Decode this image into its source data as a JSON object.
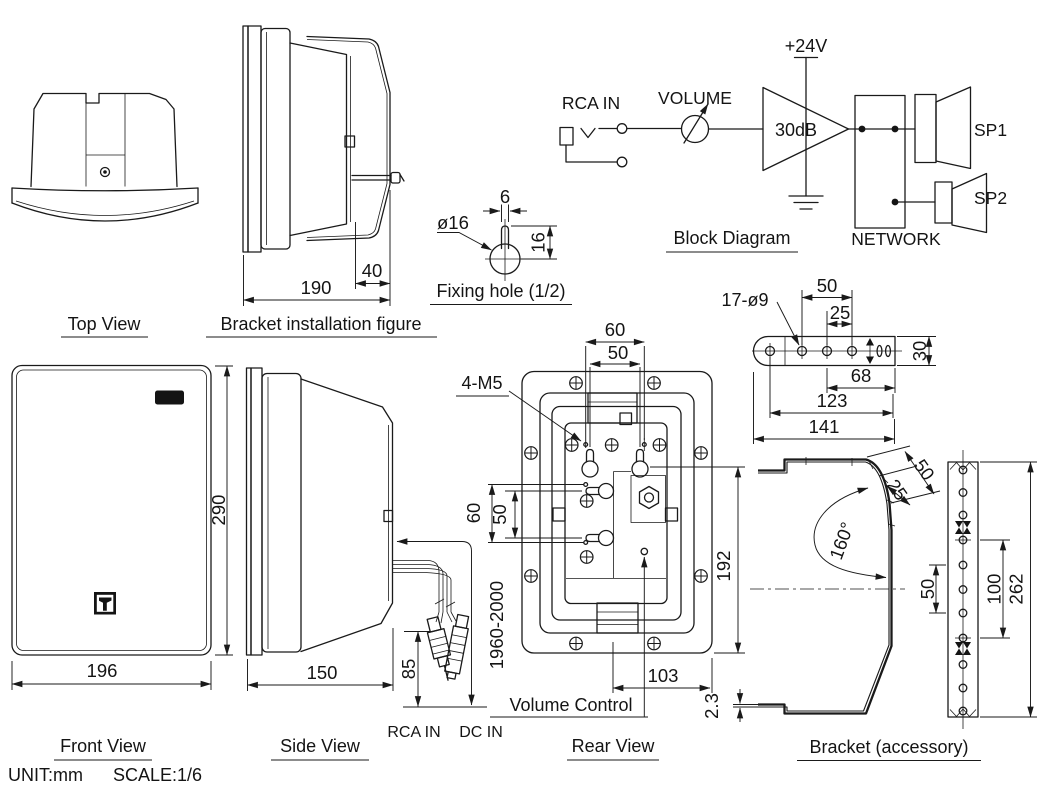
{
  "drawing": {
    "titles": {
      "top_view": "Top View",
      "bracket_installation": "Bracket installation figure",
      "fixing_hole": "Fixing hole (1/2)",
      "block_diagram": "Block Diagram",
      "front_view": "Front View",
      "side_view": "Side View",
      "rear_view": "Rear View",
      "bracket_accessory": "Bracket (accessory)"
    },
    "block": {
      "rca_in": "RCA IN",
      "volume": "VOLUME",
      "supply": "+24V",
      "gain": "30dB",
      "network": "NETWORK",
      "sp1": "SP1",
      "sp2": "SP2"
    },
    "annotations": {
      "fixing_dia": "ø16",
      "screws": "4-M5",
      "bracket_holes": "17-ø9",
      "volume_control": "Volume Control",
      "rca_in": "RCA IN",
      "dc_in": "DC IN",
      "bend_angle": "160°"
    },
    "dims": {
      "bracket_depth": "190",
      "bracket_back": "40",
      "slot_width": "6",
      "slot_height": "16",
      "front_width": "196",
      "front_height": "290",
      "side_depth": "150",
      "connector": "85",
      "cable": "1960-2000",
      "rear_top_outer": "60",
      "rear_top_inner": "50",
      "rear_left_outer": "60",
      "rear_left_inner": "50",
      "rear_height": "192",
      "volume_offset": "103",
      "bar_50": "50",
      "bar_25": "25",
      "bar_30": "30",
      "bar_68": "68",
      "bar_123": "123",
      "bar_141": "141",
      "profile_50": "50",
      "profile_25": "25",
      "lip": "2.3",
      "strip_50": "50",
      "strip_100": "100",
      "strip_262": "262"
    },
    "footer": {
      "unit": "UNIT:mm",
      "scale": "SCALE:1/6"
    }
  }
}
